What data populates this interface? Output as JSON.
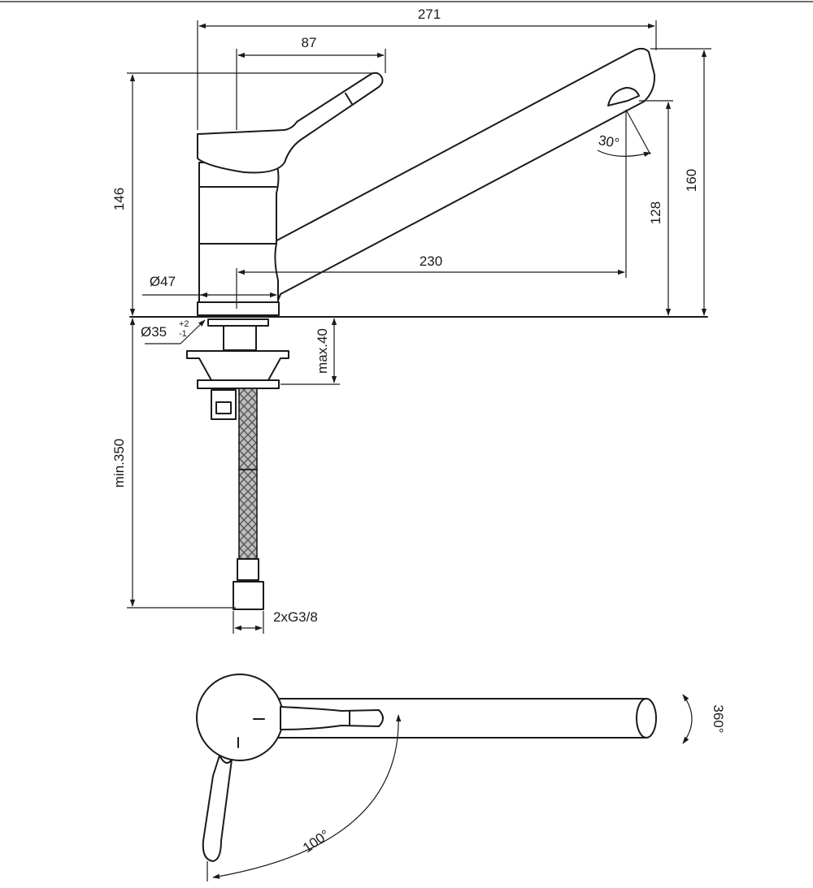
{
  "dimensions": {
    "overall_length": "271",
    "lever_reach": "87",
    "body_height": "146",
    "spout_reach": "230",
    "outlet_height": "128",
    "total_height": "160",
    "spout_angle": "30°",
    "base_diameter": "Ø47",
    "shank_diameter": "Ø35",
    "shank_tol_upper": "+2",
    "shank_tol_lower": "-1",
    "max_deck_thickness": "max.40",
    "hose_length": "min.350",
    "hose_connection": "2xG3/8",
    "lever_rotation": "100°",
    "spout_rotation": "360°"
  }
}
